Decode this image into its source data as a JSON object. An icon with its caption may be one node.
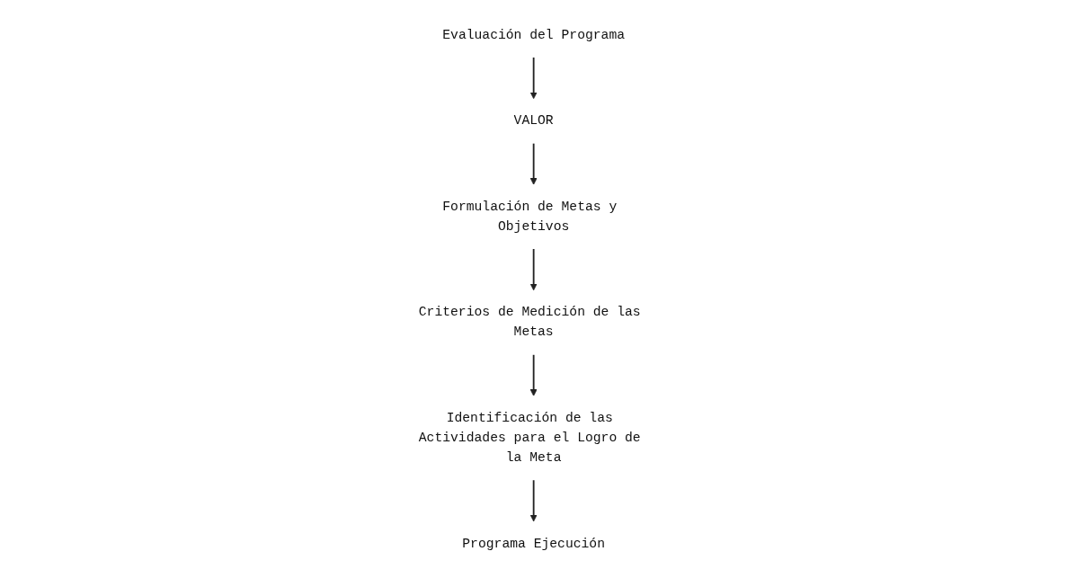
{
  "diagram": {
    "nodes": [
      {
        "text": [
          "VALOR"
        ]
      },
      {
        "text": [
          "Formulación de Metas y Objetivos"
        ]
      },
      {
        "text": [
          "Criterios de Medición de las Metas"
        ]
      },
      {
        "text": [
          "Identificación de las Actividades para el Logro de la Meta"
        ]
      },
      {
        "text": [
          "Programa Ejecución"
        ]
      },
      {
        "text": [
          "Evaluación del Programa"
        ]
      }
    ],
    "edges": [
      {
        "from": 0,
        "to": 1,
        "arrow": "to"
      },
      {
        "from": 1,
        "to": 2,
        "arrow": "to"
      },
      {
        "from": 2,
        "to": 3,
        "arrow": "to"
      },
      {
        "from": 3,
        "to": 4,
        "arrow": "to"
      },
      {
        "from": 5,
        "to": 0,
        "arrow": "to"
      }
    ]
  }
}
